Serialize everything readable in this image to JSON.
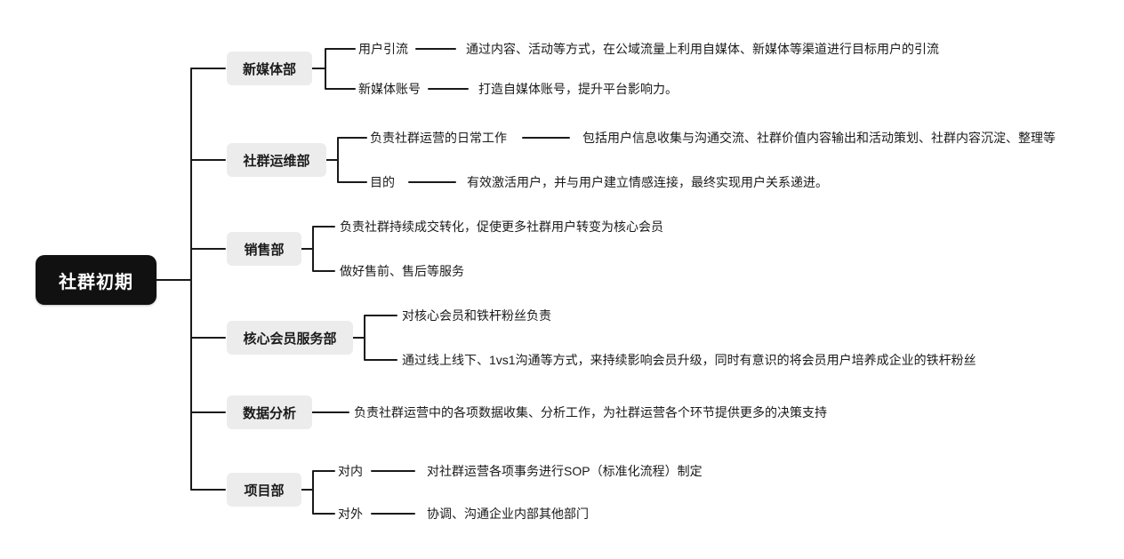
{
  "root": {
    "label": "社群初期"
  },
  "branches": [
    {
      "label": "新媒体部",
      "children": [
        {
          "label": "用户引流",
          "desc": "通过内容、活动等方式，在公域流量上利用自媒体、新媒体等渠道进行目标用户的引流"
        },
        {
          "label": "新媒体账号",
          "desc": "打造自媒体账号，提升平台影响力。"
        }
      ]
    },
    {
      "label": "社群运维部",
      "children": [
        {
          "label": "负责社群运营的日常工作",
          "desc": "包括用户信息收集与沟通交流、社群价值内容输出和活动策划、社群内容沉淀、整理等"
        },
        {
          "label": "目的",
          "desc": "有效激活用户，并与用户建立情感连接，最终实现用户关系递进。"
        }
      ]
    },
    {
      "label": "销售部",
      "children": [
        {
          "label": "负责社群持续成交转化，促使更多社群用户转变为核心会员"
        },
        {
          "label": "做好售前、售后等服务"
        }
      ]
    },
    {
      "label": "核心会员服务部",
      "children": [
        {
          "label": "对核心会员和铁杆粉丝负责"
        },
        {
          "label": "通过线上线下、1vs1沟通等方式，来持续影响会员升级，同时有意识的将会员用户培养成企业的铁杆粉丝"
        }
      ]
    },
    {
      "label": "数据分析",
      "children": [
        {
          "label": "负责社群运营中的各项数据收集、分析工作，为社群运营各个环节提供更多的决策支持"
        }
      ]
    },
    {
      "label": "项目部",
      "children": [
        {
          "label": "对内",
          "desc": "对社群运营各项事务进行SOP（标准化流程）制定"
        },
        {
          "label": "对外",
          "desc": "协调、沟通企业内部其他部门"
        }
      ]
    }
  ],
  "colors": {
    "line": "#1a1a1a",
    "branch_bg": "#ececec",
    "root_bg": "#111111",
    "root_text": "#ffffff"
  }
}
